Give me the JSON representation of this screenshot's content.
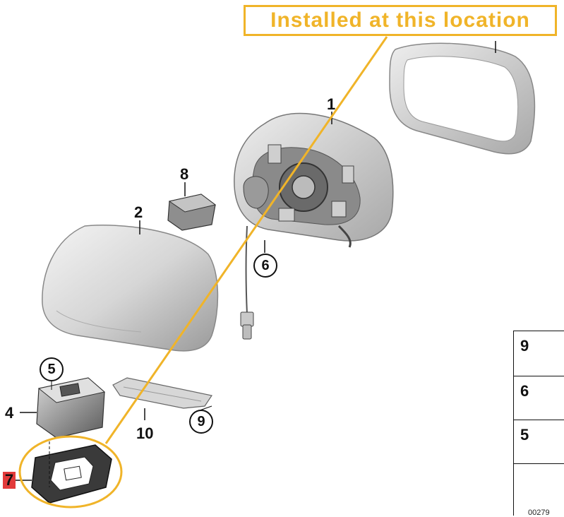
{
  "callout": {
    "text": "Installed at this location",
    "color": "#f0b429"
  },
  "part_numbers": {
    "p1": "1",
    "p2": "2",
    "p4": "4",
    "p6": "6",
    "p7": "7",
    "p8": "8",
    "p10": "10"
  },
  "circled_numbers": {
    "c5": "5",
    "c6": "6",
    "c9": "9"
  },
  "side_table": {
    "rows": [
      {
        "label": "9",
        "icon": "flat-head-screw"
      },
      {
        "label": "6",
        "icon": "countersunk-screw"
      },
      {
        "label": "5",
        "icon": "socket-bolt"
      }
    ],
    "reference": "00279"
  },
  "colors": {
    "highlight": "#f0b429",
    "marker": "#e23a3a",
    "line": "#111111"
  }
}
